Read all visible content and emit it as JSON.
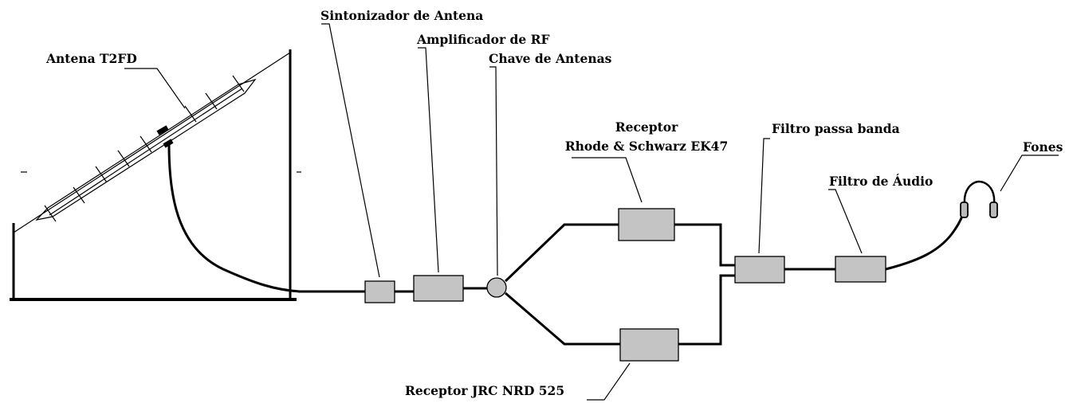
{
  "labels": {
    "antenna": "Antena T2FD",
    "tuner": "Sintonizador de Antena",
    "rf_amp": "Amplificador de RF",
    "switch": "Chave de Antenas",
    "rx1_line1": "Receptor",
    "rx1_line2": "Rhode & Schwarz EK47",
    "rx2": "Receptor JRC NRD 525",
    "bandpass": "Filtro passa banda",
    "audio_filter": "Filtro de Áudio",
    "headphones": "Fones"
  },
  "colors": {
    "box_fill": "#c4c4c4",
    "line": "#000000",
    "background": "#ffffff"
  }
}
